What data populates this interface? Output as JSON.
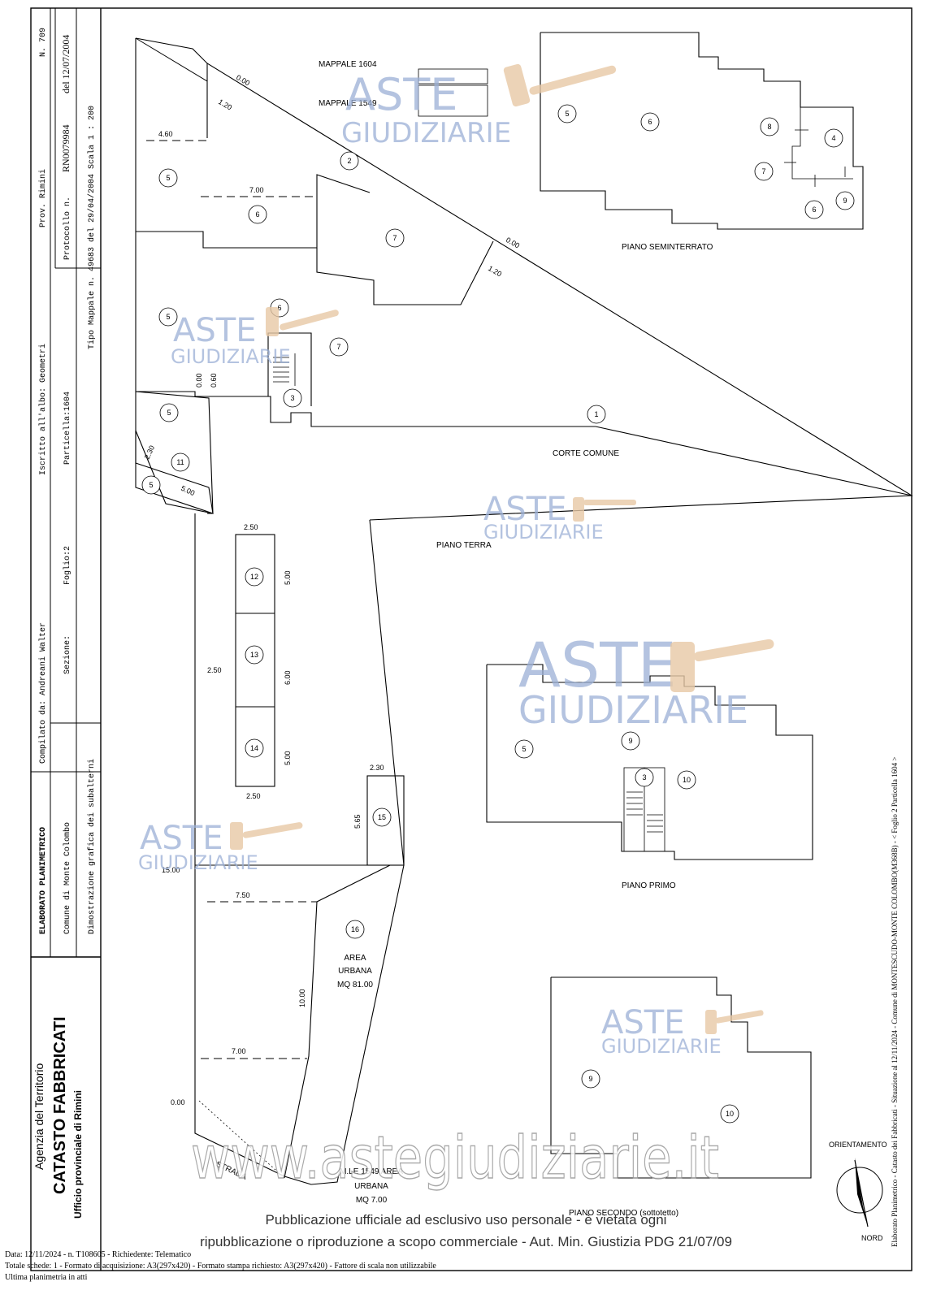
{
  "header": {
    "ufficio": "Ufficio provinciale di  Rimini",
    "catasto": "CATASTO FABBRICATI",
    "agenzia": "Agenzia del Territorio",
    "title": "ELABORATO PLANIMETRICO",
    "compilato": "Compilato da: Andreani Walter",
    "iscritto": "Iscritto all'albo: Geometri",
    "prov": "Prov. Rimini",
    "numero": "N.    709",
    "comune": "Comune di Monte Colombo",
    "sezione": "Sezione:",
    "foglio": "Foglio:2",
    "particella": "Particella:1604",
    "protocollo_label": "Protocollo n.",
    "protocollo": "RN0079984",
    "protocollo_del": "del 12/07/2004",
    "dimostrazione": "Dimostrazione grafica dei subalterni",
    "tipo_mappale": "Tipo Mappale n. 49683   del 29/04/2004  Scala 1 : 200"
  },
  "side_note": "Elaborato Planimetrico - Catasto dei Fabbricati - Situazione al 12/11/2024 - Comune di MONTESCUDO-MONTE COLOMBO(M368B) - < Foglio 2 Particella 1604 >",
  "plan_labels": {
    "mappale_1604": "MAPPALE 1604",
    "mappale_1549": "MAPPALE 1549",
    "piano_seminterrato": "PIANO SEMINTERRATO",
    "corte_comune": "CORTE COMUNE",
    "piano_terra": "PIANO TERRA",
    "piano_primo": "PIANO PRIMO",
    "area_urbana_1": "AREA",
    "area_urbana_2": "URBANA",
    "area_urbana_3": "MQ 81.00",
    "mle_1": "M.LE 1549 AREA",
    "mle_2": "URBANA",
    "mle_3": "MQ 7.00",
    "strada": "STRADA",
    "piano_secondo": "PIANO SECONDO (sottotetto)",
    "orientamento": "ORIENTAMENTO",
    "nord": "NORD"
  },
  "dimensions": {
    "d000a": "0.00",
    "d120a": "1.20",
    "d460": "4.60",
    "d700a": "7.00",
    "d000b": "0.00",
    "d120b": "1.20",
    "d000c": "0.00",
    "d060": "0.60",
    "d230a": "2.30",
    "d500a": "5.00",
    "d250a": "2.50",
    "d500b": "5.00",
    "d250b": "2.50",
    "d600": "6.00",
    "d500c": "5.00",
    "d250c": "2.50",
    "d230b": "2.30",
    "d565": "5.65",
    "d1500": "15.00",
    "d750": "7.50",
    "d1000": "10.00",
    "d700b": "7.00",
    "d000d": "0.00"
  },
  "subalterni": {
    "s2": "2",
    "sem5": "5",
    "sem6": "6",
    "sem8": "8",
    "sem4": "4",
    "sem7": "7",
    "sem6b": "6",
    "sem9": "9",
    "t5a": "5",
    "t6a": "6",
    "t7a": "7",
    "t5b": "5",
    "t6b": "6",
    "t7b": "7",
    "t3": "3",
    "t1": "1",
    "t5c": "5",
    "t11": "11",
    "t5d": "5",
    "t12": "12",
    "t13": "13",
    "t14": "14",
    "t15": "15",
    "t16": "16",
    "p5": "5",
    "p9": "9",
    "p3": "3",
    "p10": "10",
    "s9": "9",
    "s10": "10"
  },
  "watermarks": {
    "aste": "ASTE",
    "giudiziarie": "GIUDIZIARIE",
    "site": "www.astegiudiziarie.it",
    "pub_line1": "Pubblicazione ufficiale ad esclusivo uso personale - è vietata ogni",
    "pub_line2": "ripubblicazione o riproduzione a scopo commerciale - Aut. Min. Giustizia PDG 21/07/09"
  },
  "footer": {
    "line1": "Data: 12/11/2024 - n. T108605 - Richiedente: Telematico",
    "line2": "Totale schede: 1 - Formato di acquisizione: A3(297x420) - Formato stampa richiesto: A3(297x420) - Fattore di scala non utilizzabile",
    "line3": "Ultima planimetria in atti"
  }
}
